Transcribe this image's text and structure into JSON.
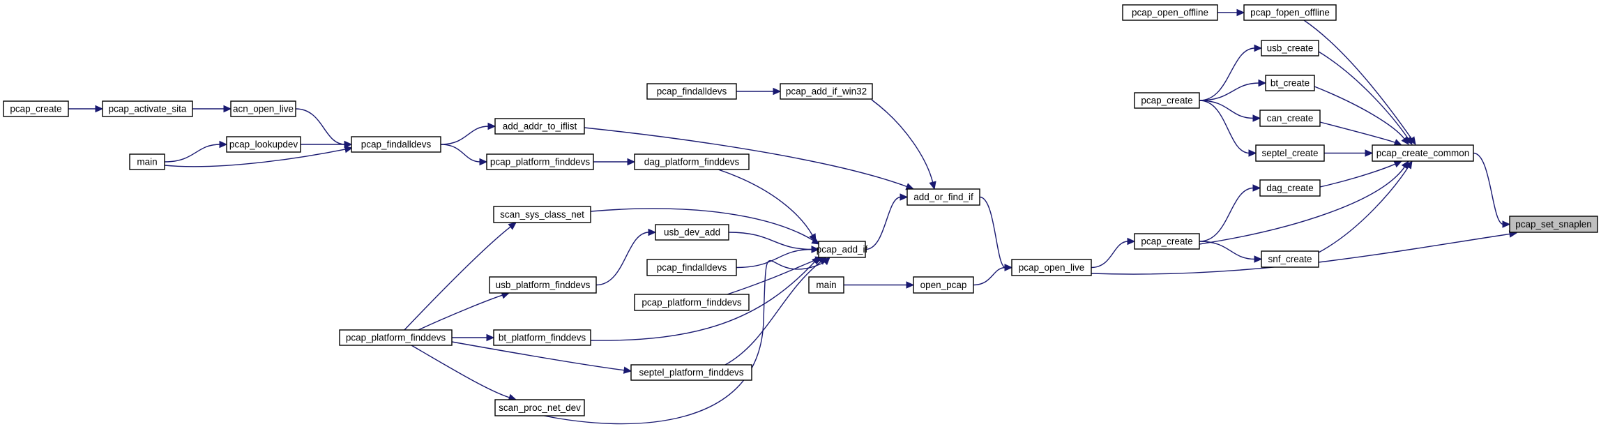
{
  "graph": {
    "colors": {
      "edge": "#191970",
      "node_border": "#000000",
      "root_fill": "#bfbfbf",
      "background": "#ffffff"
    },
    "nodes": [
      {
        "id": "n_set_snaplen",
        "label": "pcap_set_snaplen",
        "root": true
      },
      {
        "id": "n_create_common",
        "label": "pcap_create_common"
      },
      {
        "id": "n_fopen_offline",
        "label": "pcap_fopen_offline"
      },
      {
        "id": "n_open_offline",
        "label": "pcap_open_offline"
      },
      {
        "id": "n_usb_create",
        "label": "usb_create"
      },
      {
        "id": "n_bt_create",
        "label": "bt_create"
      },
      {
        "id": "n_can_create",
        "label": "can_create"
      },
      {
        "id": "n_septel_create",
        "label": "septel_create"
      },
      {
        "id": "n_pcap_create_top",
        "label": "pcap_create"
      },
      {
        "id": "n_dag_create",
        "label": "dag_create"
      },
      {
        "id": "n_snf_create",
        "label": "snf_create"
      },
      {
        "id": "n_pcap_create_mid",
        "label": "pcap_create"
      },
      {
        "id": "n_open_live",
        "label": "pcap_open_live"
      },
      {
        "id": "n_add_or_find_if",
        "label": "add_or_find_if"
      },
      {
        "id": "n_open_pcap",
        "label": "open_pcap"
      },
      {
        "id": "n_main_right",
        "label": "main"
      },
      {
        "id": "n_add_if_win32",
        "label": "pcap_add_if_win32"
      },
      {
        "id": "n_findalldevs_top",
        "label": "pcap_findalldevs"
      },
      {
        "id": "n_add_addr",
        "label": "add_addr_to_iflist"
      },
      {
        "id": "n_pcap_add_if",
        "label": "pcap_add_if"
      },
      {
        "id": "n_dag_platform",
        "label": "dag_platform_finddevs"
      },
      {
        "id": "n_platform_top",
        "label": "pcap_platform_finddevs"
      },
      {
        "id": "n_findalldevs_left",
        "label": "pcap_findalldevs"
      },
      {
        "id": "n_acn_open_live",
        "label": "acn_open_live"
      },
      {
        "id": "n_lookupdev",
        "label": "pcap_lookupdev"
      },
      {
        "id": "n_main_left",
        "label": "main"
      },
      {
        "id": "n_activate_sita",
        "label": "pcap_activate_sita"
      },
      {
        "id": "n_pcap_create_left",
        "label": "pcap_create"
      },
      {
        "id": "n_scan_sys",
        "label": "scan_sys_class_net"
      },
      {
        "id": "n_usb_dev_add",
        "label": "usb_dev_add"
      },
      {
        "id": "n_findalldevs_mid",
        "label": "pcap_findalldevs"
      },
      {
        "id": "n_platform_mid",
        "label": "pcap_platform_finddevs"
      },
      {
        "id": "n_usb_platform",
        "label": "usb_platform_finddevs"
      },
      {
        "id": "n_bt_platform",
        "label": "bt_platform_finddevs"
      },
      {
        "id": "n_septel_platform",
        "label": "septel_platform_finddevs"
      },
      {
        "id": "n_scan_proc",
        "label": "scan_proc_net_dev"
      },
      {
        "id": "n_platform_left",
        "label": "pcap_platform_finddevs"
      }
    ],
    "edges": [
      {
        "from": "n_create_common",
        "to": "n_set_snaplen"
      },
      {
        "from": "n_open_live",
        "to": "n_set_snaplen"
      },
      {
        "from": "n_fopen_offline",
        "to": "n_create_common"
      },
      {
        "from": "n_usb_create",
        "to": "n_create_common"
      },
      {
        "from": "n_bt_create",
        "to": "n_create_common"
      },
      {
        "from": "n_can_create",
        "to": "n_create_common"
      },
      {
        "from": "n_septel_create",
        "to": "n_create_common"
      },
      {
        "from": "n_dag_create",
        "to": "n_create_common"
      },
      {
        "from": "n_pcap_create_mid",
        "to": "n_create_common"
      },
      {
        "from": "n_snf_create",
        "to": "n_create_common"
      },
      {
        "from": "n_open_offline",
        "to": "n_fopen_offline"
      },
      {
        "from": "n_pcap_create_top",
        "to": "n_usb_create"
      },
      {
        "from": "n_pcap_create_top",
        "to": "n_bt_create"
      },
      {
        "from": "n_pcap_create_top",
        "to": "n_can_create"
      },
      {
        "from": "n_pcap_create_top",
        "to": "n_septel_create"
      },
      {
        "from": "n_pcap_create_mid",
        "to": "n_dag_create"
      },
      {
        "from": "n_pcap_create_mid",
        "to": "n_snf_create"
      },
      {
        "from": "n_open_live",
        "to": "n_pcap_create_mid"
      },
      {
        "from": "n_add_or_find_if",
        "to": "n_open_live"
      },
      {
        "from": "n_open_pcap",
        "to": "n_open_live"
      },
      {
        "from": "n_main_right",
        "to": "n_open_pcap"
      },
      {
        "from": "n_add_if_win32",
        "to": "n_add_or_find_if"
      },
      {
        "from": "n_add_addr",
        "to": "n_add_or_find_if"
      },
      {
        "from": "n_pcap_add_if",
        "to": "n_add_or_find_if"
      },
      {
        "from": "n_findalldevs_top",
        "to": "n_add_if_win32"
      },
      {
        "from": "n_findalldevs_left",
        "to": "n_add_addr"
      },
      {
        "from": "n_findalldevs_left",
        "to": "n_platform_top"
      },
      {
        "from": "n_platform_top",
        "to": "n_dag_platform"
      },
      {
        "from": "n_acn_open_live",
        "to": "n_findalldevs_left"
      },
      {
        "from": "n_lookupdev",
        "to": "n_findalldevs_left"
      },
      {
        "from": "n_main_left",
        "to": "n_findalldevs_left"
      },
      {
        "from": "n_main_left",
        "to": "n_lookupdev"
      },
      {
        "from": "n_activate_sita",
        "to": "n_acn_open_live"
      },
      {
        "from": "n_pcap_create_left",
        "to": "n_activate_sita"
      },
      {
        "from": "n_dag_platform",
        "to": "n_pcap_add_if"
      },
      {
        "from": "n_scan_sys",
        "to": "n_pcap_add_if"
      },
      {
        "from": "n_usb_dev_add",
        "to": "n_pcap_add_if"
      },
      {
        "from": "n_findalldevs_mid",
        "to": "n_pcap_add_if"
      },
      {
        "from": "n_platform_mid",
        "to": "n_pcap_add_if"
      },
      {
        "from": "n_bt_platform",
        "to": "n_pcap_add_if"
      },
      {
        "from": "n_septel_platform",
        "to": "n_pcap_add_if"
      },
      {
        "from": "n_scan_proc",
        "to": "n_pcap_add_if"
      },
      {
        "from": "n_usb_platform",
        "to": "n_usb_dev_add"
      },
      {
        "from": "n_platform_left",
        "to": "n_scan_sys"
      },
      {
        "from": "n_platform_left",
        "to": "n_usb_platform"
      },
      {
        "from": "n_platform_left",
        "to": "n_bt_platform"
      },
      {
        "from": "n_platform_left",
        "to": "n_septel_platform"
      },
      {
        "from": "n_platform_left",
        "to": "n_scan_proc"
      }
    ]
  }
}
